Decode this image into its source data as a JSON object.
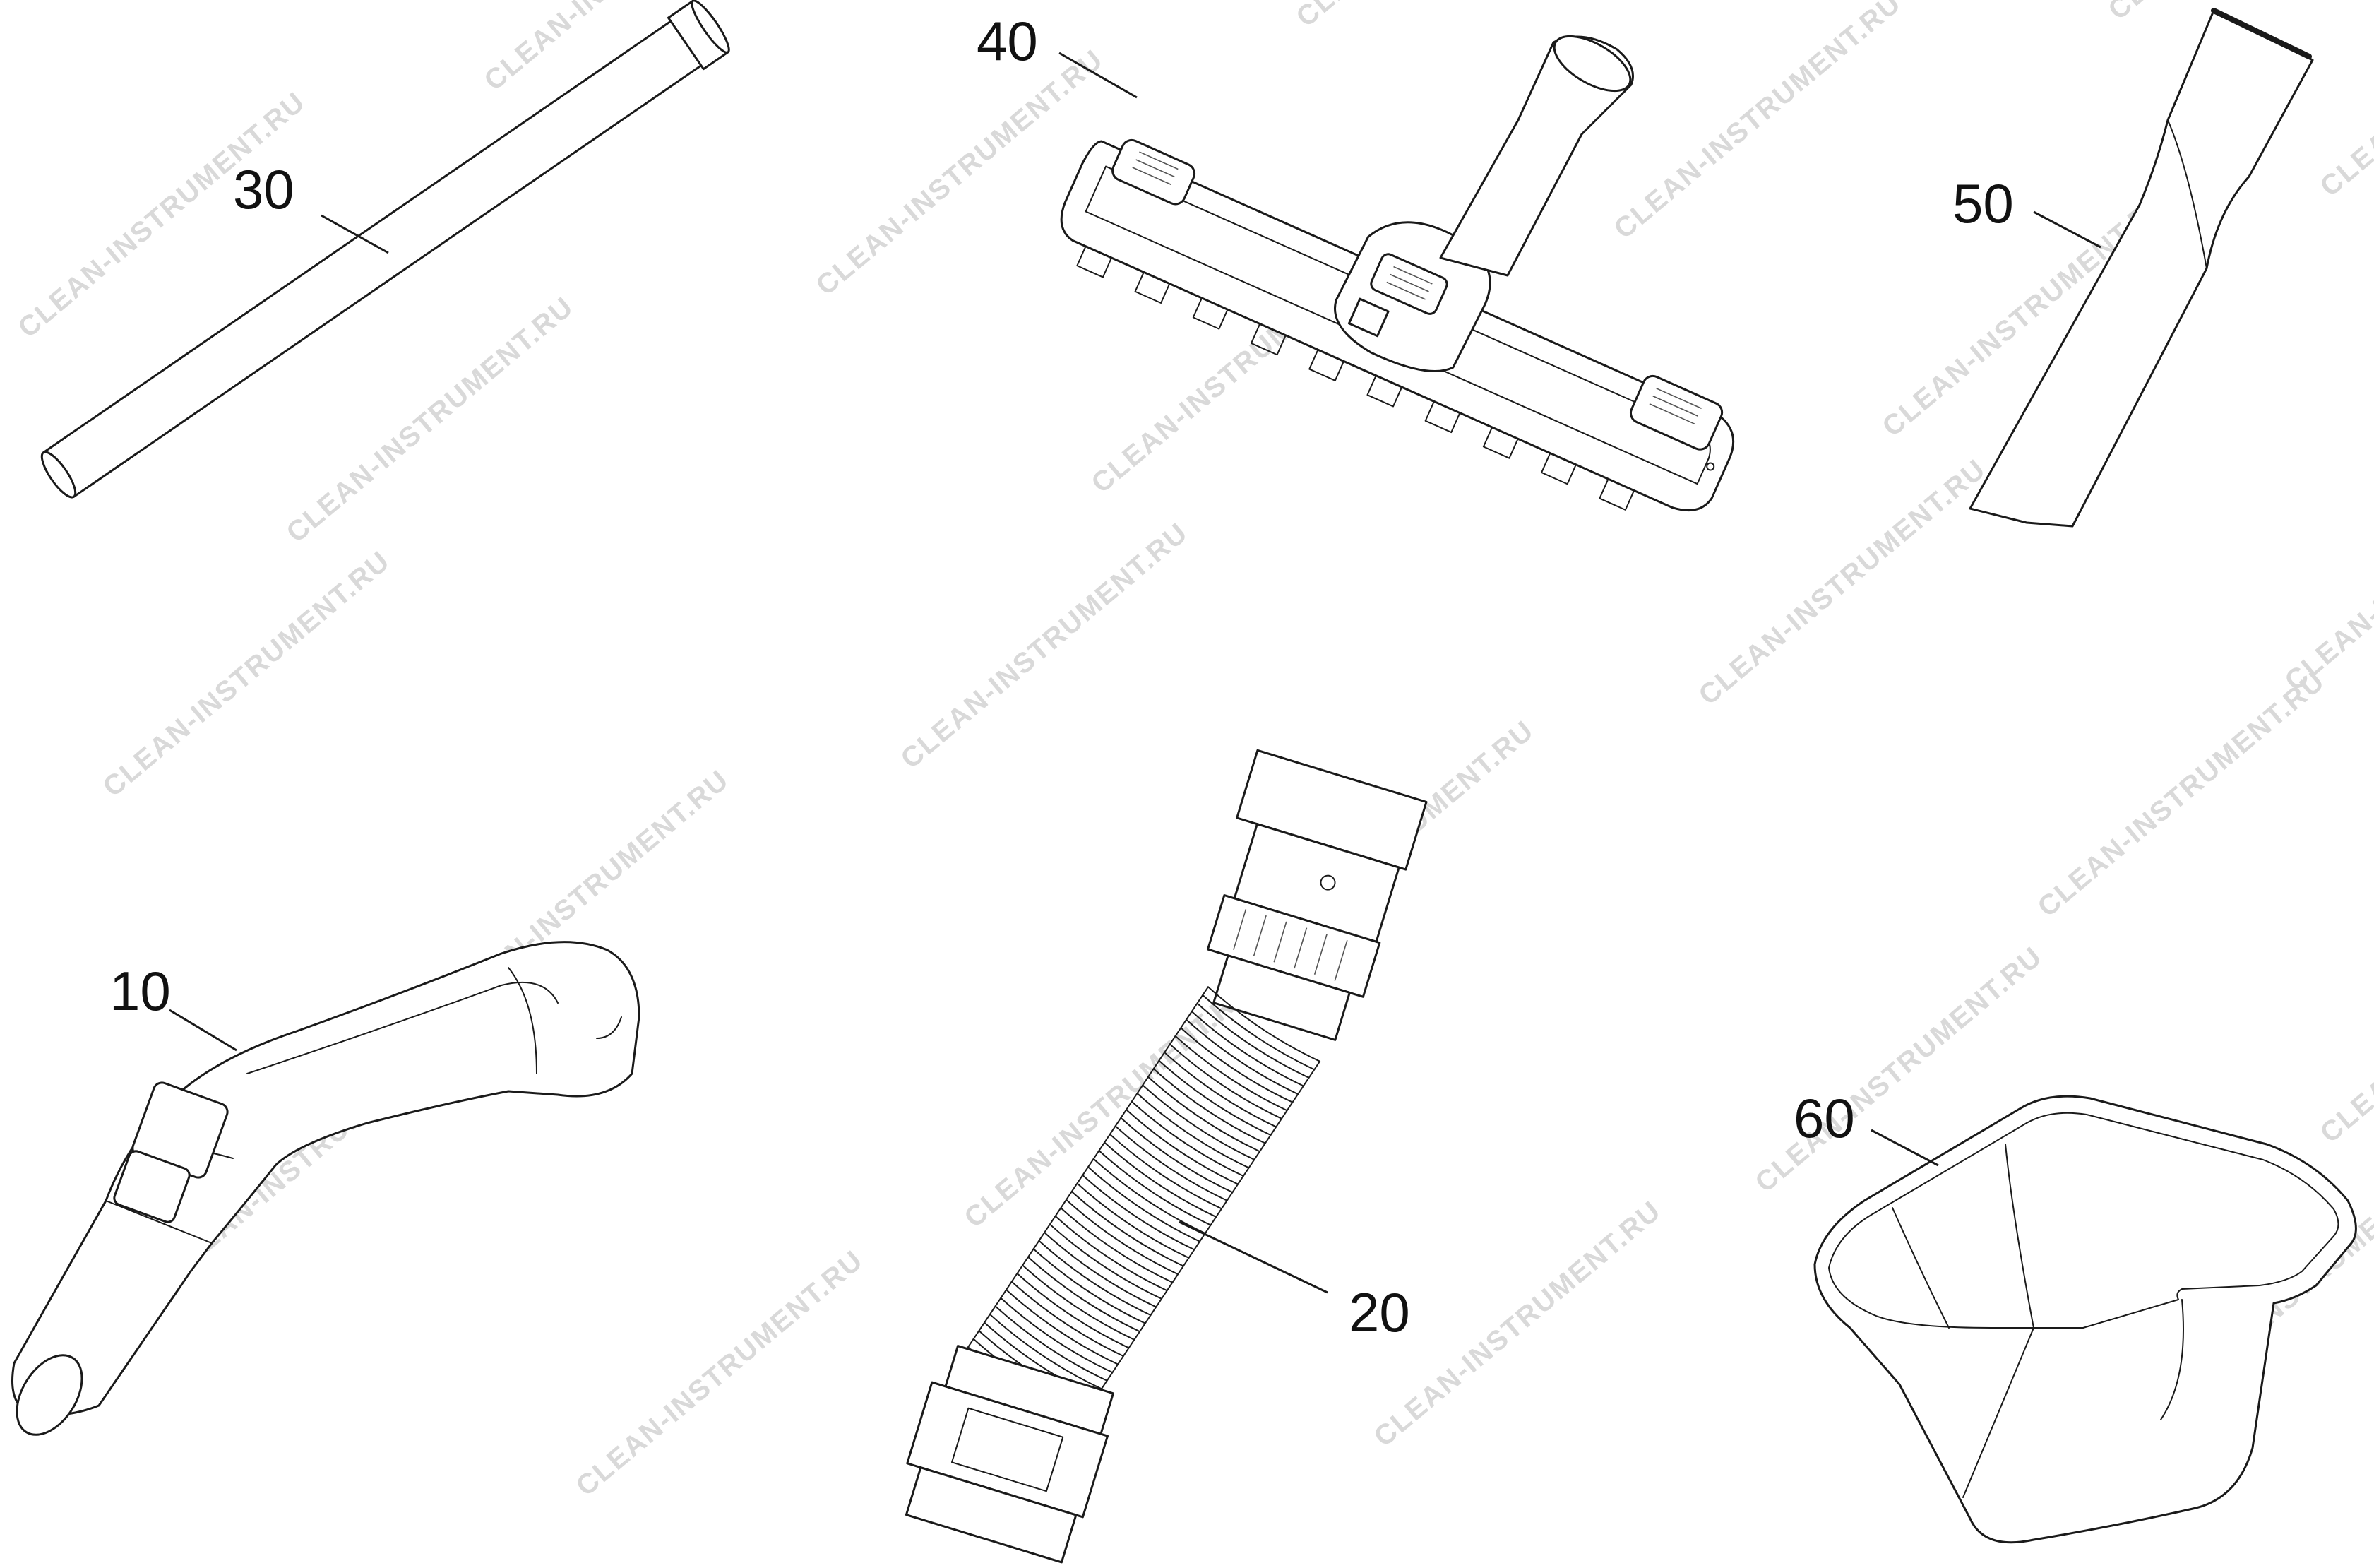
{
  "watermark": {
    "text": "CLEAN-INSTRUMENT.RU"
  },
  "parts": [
    {
      "id": "handle",
      "label": "10"
    },
    {
      "id": "hose",
      "label": "20"
    },
    {
      "id": "tube",
      "label": "30"
    },
    {
      "id": "floor-nozzle",
      "label": "40"
    },
    {
      "id": "crevice-nozzle",
      "label": "50"
    },
    {
      "id": "filter-bag",
      "label": "60"
    }
  ],
  "colors": {
    "line": "#1a1a1a",
    "watermark": "#d9d9d9",
    "background": "#ffffff"
  }
}
